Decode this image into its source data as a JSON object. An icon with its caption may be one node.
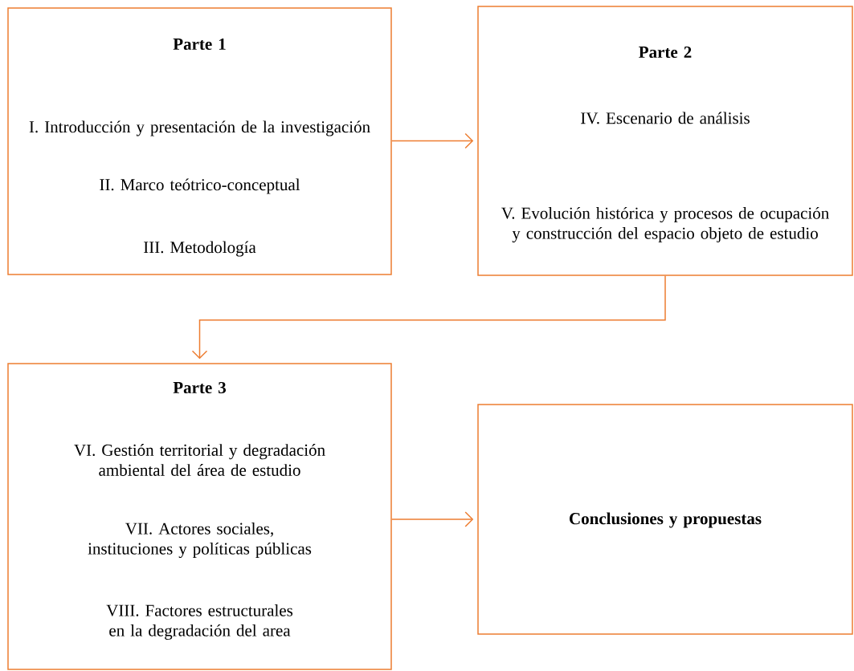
{
  "diagram": {
    "nodes": [
      {
        "text": [
          "Parte 1",
          "I. Introducción y presentación de la investigación",
          "II. Marco teótrico-conceptual",
          "III. Metodología"
        ]
      },
      {
        "text": [
          "Parte 2",
          "IV. Escenario de análisis",
          "V. Evolución histórica y procesos de ocupación y construcción del espacio objeto de estudio"
        ]
      },
      {
        "text": [
          "Parte 3",
          "VI. Gestión territorial y degradación ambiental del área de estudio",
          "VII. Actores sociales, instituciones y políticas públicas",
          "VIII. Factores estructurales en la degradación del area"
        ]
      },
      {
        "text": [
          "Conclusiones y propuestas"
        ]
      }
    ],
    "edges": [
      {
        "from": 0,
        "to": 1,
        "arrow": "to"
      },
      {
        "from": 1,
        "to": 2,
        "arrow": "to"
      },
      {
        "from": 2,
        "to": 3,
        "arrow": "to"
      }
    ]
  }
}
